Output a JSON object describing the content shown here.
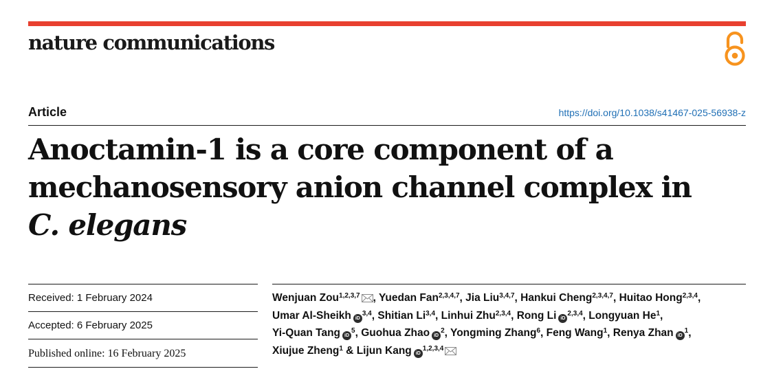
{
  "journal": {
    "name": "nature communications",
    "accent_color": "#e8402f",
    "open_access_icon": "open-access-icon",
    "open_access_color": "#f7931e"
  },
  "article": {
    "type": "Article",
    "doi": "https://doi.org/10.1038/s41467-025-56938-z",
    "title_main": "Anoctamin-1 is a core component of a mechanosensory anion channel complex in",
    "title_species": "C. elegans"
  },
  "dates": {
    "received": "Received: 1 February 2024",
    "accepted": "Accepted: 6 February 2025",
    "published": "Published online: 16 February 2025"
  },
  "authors": [
    {
      "name": "Wenjuan Zou",
      "aff": "1,2,3,7",
      "orcid": false,
      "corresponding": true,
      "sep": ", "
    },
    {
      "name": "Yuedan Fan",
      "aff": "2,3,4,7",
      "orcid": false,
      "corresponding": false,
      "sep": ", "
    },
    {
      "name": "Jia Liu",
      "aff": "3,4,7",
      "orcid": false,
      "corresponding": false,
      "sep": ", "
    },
    {
      "name": "Hankui Cheng",
      "aff": "2,3,4,7",
      "orcid": false,
      "corresponding": false,
      "sep": ", "
    },
    {
      "name": "Huitao Hong",
      "aff": "2,3,4",
      "orcid": false,
      "corresponding": false,
      "sep": ", "
    },
    {
      "name": "Umar Al-Sheikh",
      "aff": "3,4",
      "orcid": true,
      "corresponding": false,
      "sep": ", "
    },
    {
      "name": "Shitian Li",
      "aff": "3,4",
      "orcid": false,
      "corresponding": false,
      "sep": ", "
    },
    {
      "name": "Linhui Zhu",
      "aff": "2,3,4",
      "orcid": false,
      "corresponding": false,
      "sep": ", "
    },
    {
      "name": "Rong Li",
      "aff": "2,3,4",
      "orcid": true,
      "corresponding": false,
      "sep": ", "
    },
    {
      "name": "Longyuan He",
      "aff": "1",
      "orcid": false,
      "corresponding": false,
      "sep": ", "
    },
    {
      "name": "Yi-Quan Tang",
      "aff": "5",
      "orcid": true,
      "corresponding": false,
      "sep": ", "
    },
    {
      "name": "Guohua Zhao",
      "aff": "2",
      "orcid": true,
      "corresponding": false,
      "sep": ", "
    },
    {
      "name": "Yongming Zhang",
      "aff": "6",
      "orcid": false,
      "corresponding": false,
      "sep": ", "
    },
    {
      "name": "Feng Wang",
      "aff": "1",
      "orcid": false,
      "corresponding": false,
      "sep": ", "
    },
    {
      "name": "Renya Zhan",
      "aff": "1",
      "orcid": true,
      "corresponding": false,
      "sep": ", "
    },
    {
      "name": "Xiujue Zheng",
      "aff": "1",
      "orcid": false,
      "corresponding": false,
      "sep": " & "
    },
    {
      "name": "Lijun Kang",
      "aff": "1,2,3,4",
      "orcid": true,
      "corresponding": true,
      "sep": ""
    }
  ]
}
